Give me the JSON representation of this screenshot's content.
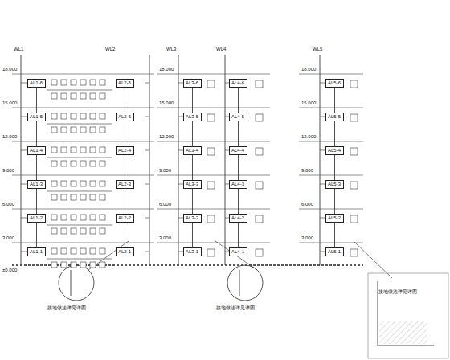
{
  "diagram": {
    "nodes": [
      {
        "text": [
          "AL1-6"
        ]
      },
      {
        "text": [
          "AL1-5"
        ]
      },
      {
        "text": [
          "AL1-4"
        ]
      },
      {
        "text": [
          "AL1-3"
        ]
      },
      {
        "text": [
          "AL1-2"
        ]
      },
      {
        "text": [
          "AL1-1"
        ]
      },
      {
        "text": [
          "AL2-6"
        ]
      },
      {
        "text": [
          "AL2-5"
        ]
      },
      {
        "text": [
          "AL2-4"
        ]
      },
      {
        "text": [
          "AL2-3"
        ]
      },
      {
        "text": [
          "AL2-2"
        ]
      },
      {
        "text": [
          "AL2-1"
        ]
      },
      {
        "text": [
          "AL3-6"
        ]
      },
      {
        "text": [
          "AL3-5"
        ]
      },
      {
        "text": [
          "AL3-4"
        ]
      },
      {
        "text": [
          "AL3-3"
        ]
      },
      {
        "text": [
          "AL3-2"
        ]
      },
      {
        "text": [
          "AL3-1"
        ]
      },
      {
        "text": [
          "AL4-6"
        ]
      },
      {
        "text": [
          "AL4-5"
        ]
      },
      {
        "text": [
          "AL4-4"
        ]
      },
      {
        "text": [
          "AL4-3"
        ]
      },
      {
        "text": [
          "AL4-2"
        ]
      },
      {
        "text": [
          "AL4-1"
        ]
      },
      {
        "text": [
          "AL5-6"
        ]
      },
      {
        "text": [
          "AL5-5"
        ]
      },
      {
        "text": [
          "AL5-4"
        ]
      },
      {
        "text": [
          "AL5-3"
        ]
      },
      {
        "text": [
          "AL5-2"
        ]
      },
      {
        "text": [
          "AL5-1"
        ]
      }
    ],
    "edges": [
      {
        "from": 0,
        "to": 1,
        "arrow": "none"
      },
      {
        "from": 1,
        "to": 2,
        "arrow": "none"
      },
      {
        "from": 2,
        "to": 3,
        "arrow": "none"
      },
      {
        "from": 3,
        "to": 4,
        "arrow": "none"
      },
      {
        "from": 4,
        "to": 5,
        "arrow": "none"
      },
      {
        "from": 6,
        "to": 7,
        "arrow": "none"
      },
      {
        "from": 7,
        "to": 8,
        "arrow": "none"
      },
      {
        "from": 8,
        "to": 9,
        "arrow": "none"
      },
      {
        "from": 9,
        "to": 10,
        "arrow": "none"
      },
      {
        "from": 10,
        "to": 11,
        "arrow": "none"
      },
      {
        "from": 12,
        "to": 13,
        "arrow": "none"
      },
      {
        "from": 13,
        "to": 14,
        "arrow": "none"
      },
      {
        "from": 14,
        "to": 15,
        "arrow": "none"
      },
      {
        "from": 15,
        "to": 16,
        "arrow": "none"
      },
      {
        "from": 16,
        "to": 17,
        "arrow": "none"
      },
      {
        "from": 18,
        "to": 19,
        "arrow": "none"
      },
      {
        "from": 19,
        "to": 20,
        "arrow": "none"
      },
      {
        "from": 20,
        "to": 21,
        "arrow": "none"
      },
      {
        "from": 21,
        "to": 22,
        "arrow": "none"
      },
      {
        "from": 22,
        "to": 23,
        "arrow": "none"
      },
      {
        "from": 24,
        "to": 25,
        "arrow": "none"
      },
      {
        "from": 25,
        "to": 26,
        "arrow": "none"
      },
      {
        "from": 26,
        "to": 27,
        "arrow": "none"
      },
      {
        "from": 27,
        "to": 28,
        "arrow": "none"
      },
      {
        "from": 28,
        "to": 29,
        "arrow": "none"
      }
    ],
    "labels": [
      "WL1",
      "WL2",
      "WL3",
      "WL4",
      "WL5",
      "18.000",
      "15.000",
      "12.000",
      "9.000",
      "6.000",
      "3.000",
      "18.000",
      "15.000",
      "12.000",
      "9.000",
      "6.000",
      "3.000",
      "18.000",
      "15.000",
      "12.000",
      "9.000",
      "6.000",
      "3.000",
      "±0.000",
      "接地做法详见详图",
      "接地做法详见详图",
      "接地做法详见详图"
    ]
  }
}
